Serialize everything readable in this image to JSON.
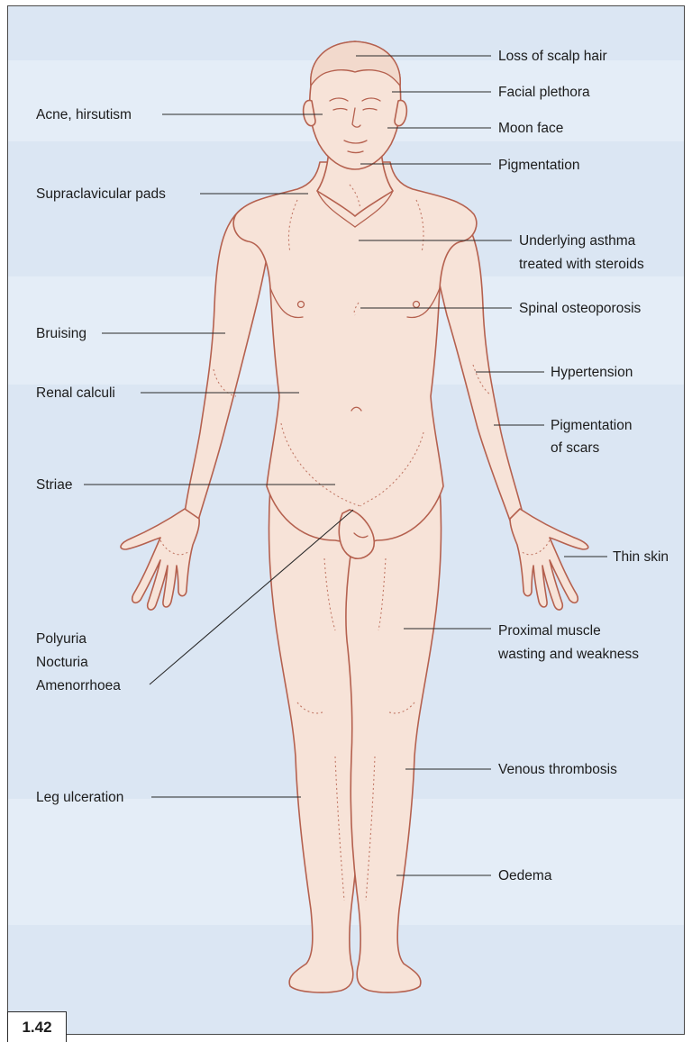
{
  "figure": {
    "number": "1.42",
    "labels": {
      "loss_of_scalp_hair": "Loss of scalp hair",
      "facial_plethora": "Facial plethora",
      "acne_hirsutism": "Acne, hirsutism",
      "moon_face": "Moon face",
      "pigmentation": "Pigmentation",
      "supraclavicular_pads": "Supraclavicular pads",
      "underlying_asthma_1": "Underlying asthma",
      "underlying_asthma_2": "treated with steroids",
      "spinal_osteoporosis": "Spinal osteoporosis",
      "bruising": "Bruising",
      "hypertension": "Hypertension",
      "renal_calculi": "Renal calculi",
      "pigmentation_of_scars_1": "Pigmentation",
      "pigmentation_of_scars_2": "of scars",
      "striae": "Striae",
      "thin_skin": "Thin skin",
      "polyuria": "Polyuria",
      "nocturia": "Nocturia",
      "amenorrhoea": "Amenorrhoea",
      "proximal_muscle_1": "Proximal muscle",
      "proximal_muscle_2": "wasting and weakness",
      "venous_thrombosis": "Venous thrombosis",
      "leg_ulceration": "Leg ulceration",
      "oedema": "Oedema"
    },
    "colors": {
      "background": "#dbe6f3",
      "skin": "#f7e3d8",
      "outline": "#b5614f",
      "text": "#1c1c1c"
    }
  }
}
